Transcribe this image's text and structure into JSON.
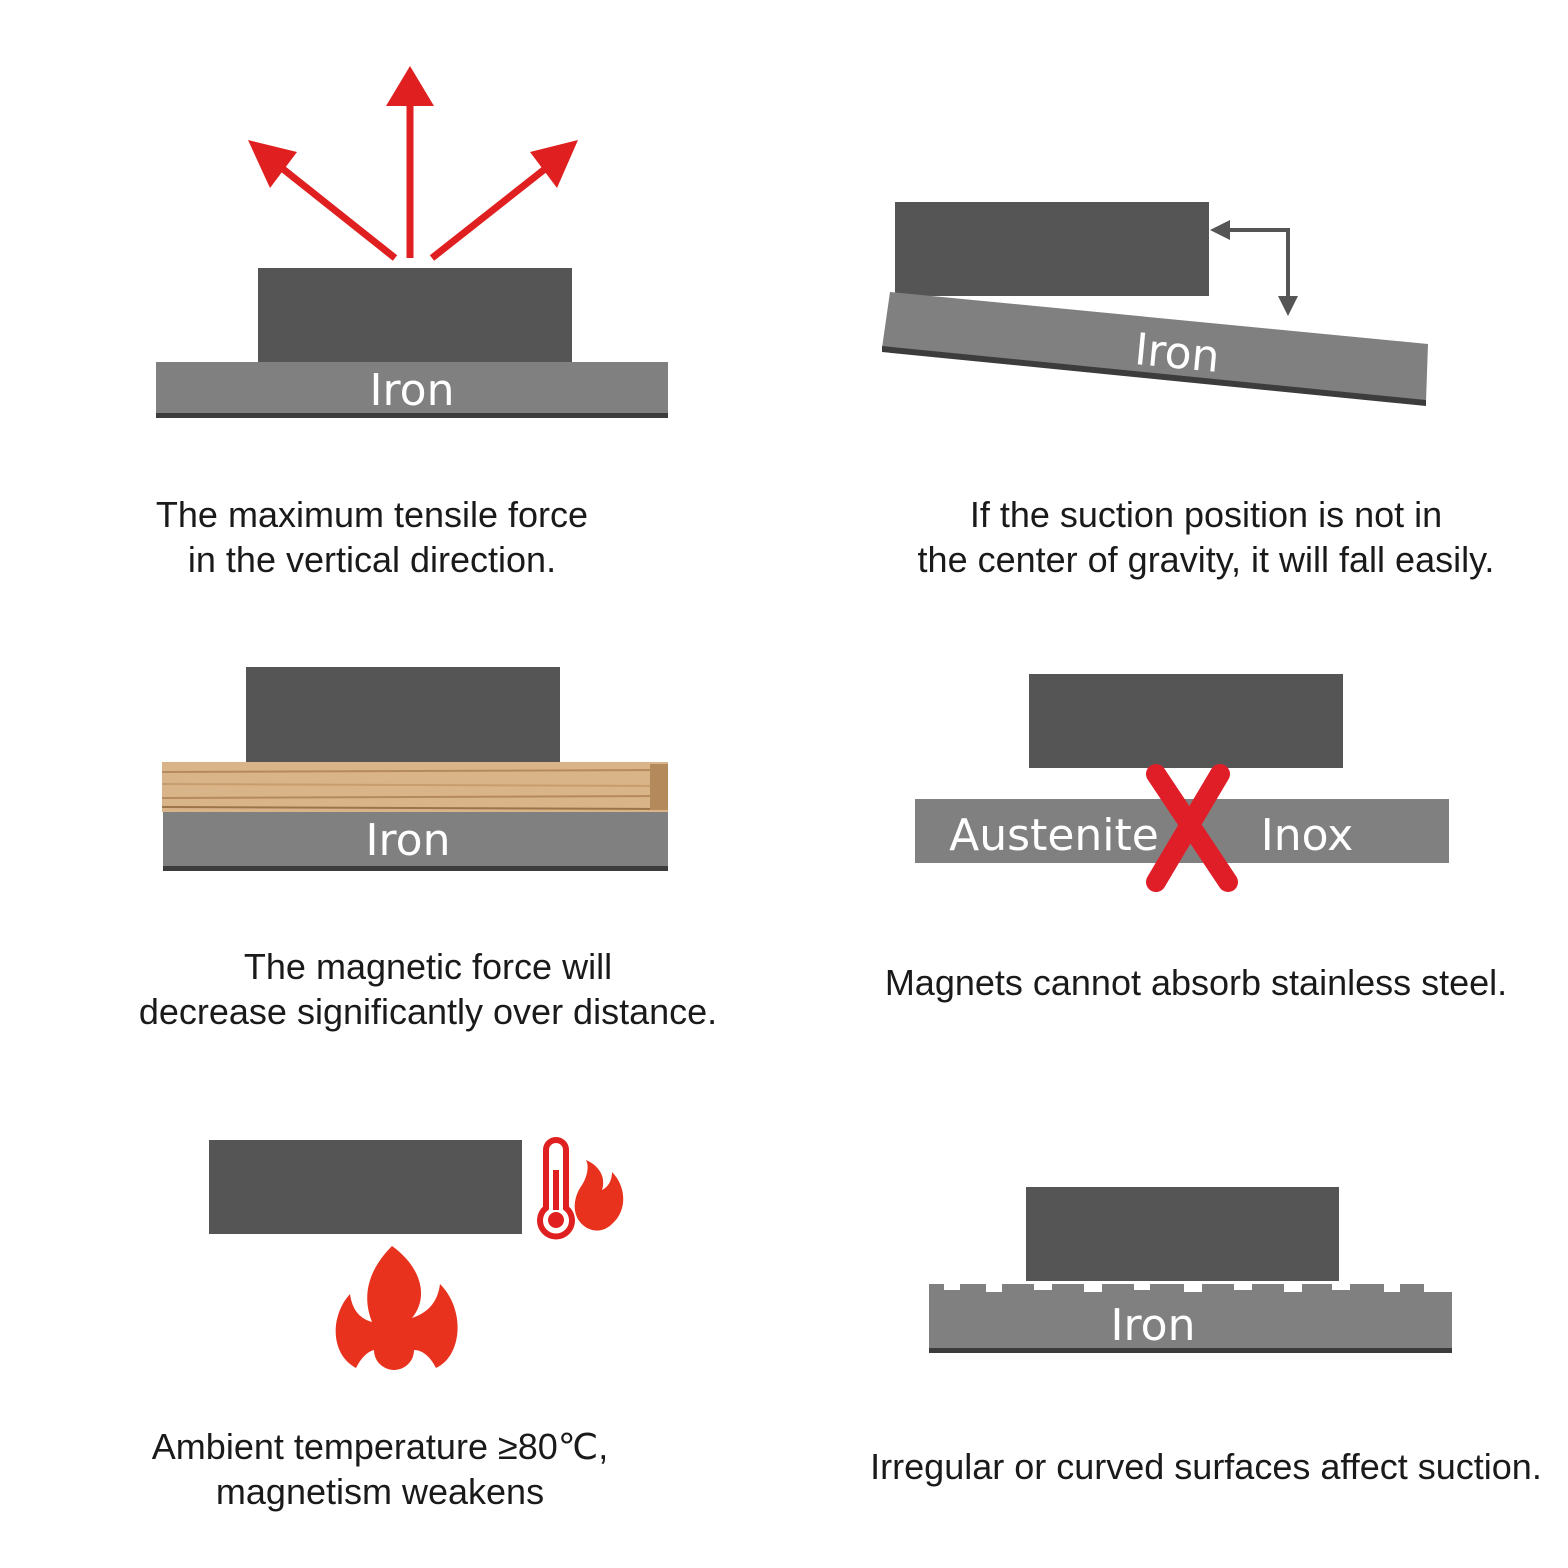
{
  "panels": {
    "vertical": {
      "plate_label": "Iron",
      "caption": [
        "The maximum tensile force",
        "in the vertical direction."
      ]
    },
    "gravity": {
      "plate_label": "Iron",
      "caption": [
        "If the suction position is not in",
        "the center of gravity, it will fall easily."
      ]
    },
    "distance": {
      "plate_label": "Iron",
      "caption": [
        "The magnetic force will",
        "decrease significantly over distance."
      ]
    },
    "stainless": {
      "left_label": "Austenite",
      "right_label": "Inox",
      "caption": [
        "Magnets cannot absorb stainless steel."
      ]
    },
    "temperature": {
      "caption": [
        "Ambient temperature ≥80℃,",
        "magnetism weakens"
      ]
    },
    "irregular": {
      "plate_label": "Iron",
      "caption": [
        "Irregular or curved surfaces affect suction."
      ]
    }
  },
  "colors": {
    "magnet": "#555555",
    "plate": "#808080",
    "plate_edge": "#3c3c3c",
    "arrow_red": "#e02020",
    "arrow_dark": "#555555",
    "wood": "#d9b488",
    "fire_red": "#e8321e"
  },
  "icons": [
    "arrow-up-icon",
    "bent-arrow-icon",
    "cross-icon",
    "thermometer-icon",
    "flame-icon"
  ]
}
